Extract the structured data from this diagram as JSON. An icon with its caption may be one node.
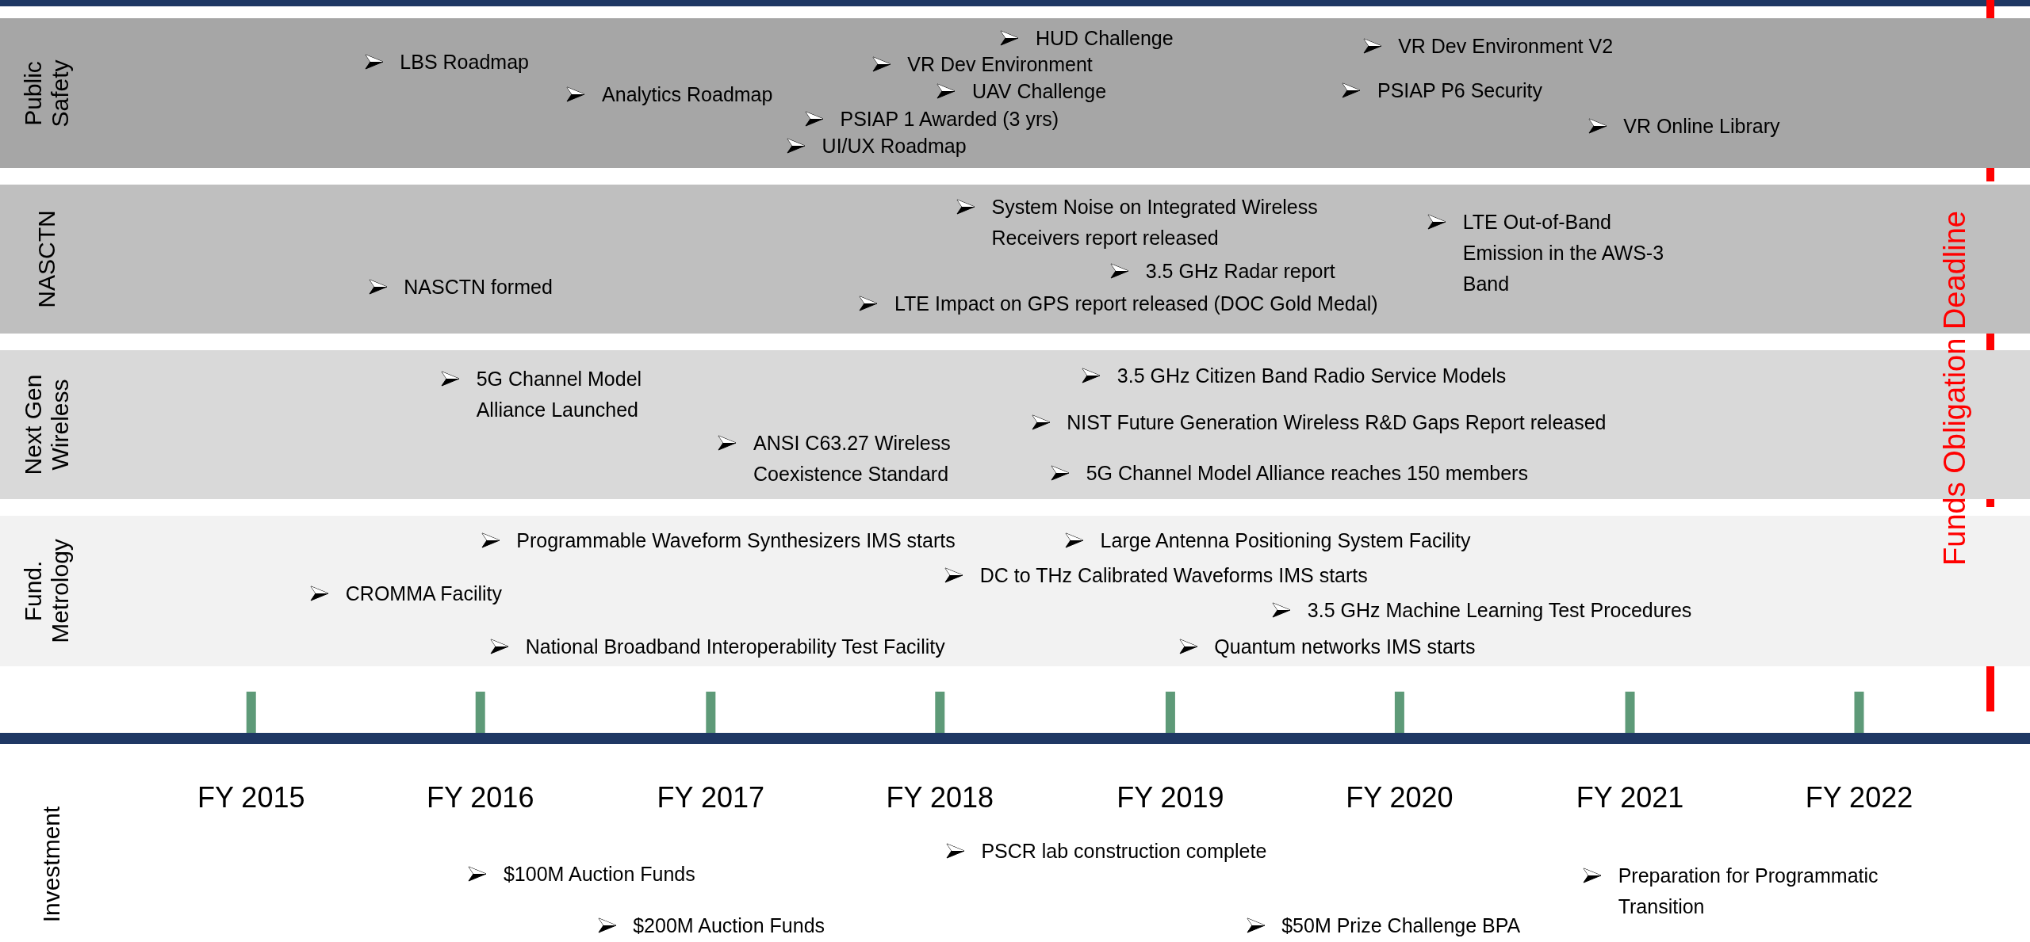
{
  "diagram": {
    "nodes": [
      {
        "text": [
          "Public Safety",
          "LBS Roadmap",
          "Analytics Roadmap",
          "HUD Challenge",
          "VR Dev Environment",
          "UAV Challenge",
          "PSIAP 1 Awarded (3 yrs)",
          "UI/UX Roadmap",
          "VR Dev Environment V2",
          "PSIAP P6 Security",
          "VR Online Library"
        ]
      },
      {
        "text": [
          "NASCTN",
          "NASCTN formed",
          "System Noise on Integrated Wireless Receivers report released",
          "3.5 GHz Radar report",
          "LTE Impact on GPS report released (DOC Gold Medal)",
          "LTE Out-of-Band Emission in the AWS-3 Band"
        ]
      },
      {
        "text": [
          "Next Gen Wireless",
          "5G Channel Model Alliance Launched",
          "ANSI C63.27 Wireless Coexistence Standard",
          "3.5 GHz Citizen Band Radio Service Models",
          "NIST Future Generation Wireless R&D Gaps Report released",
          "5G Channel Model Alliance reaches 150 members"
        ]
      },
      {
        "text": [
          "Fund. Metrology",
          "Programmable Waveform Synthesizers IMS starts",
          "Large Antenna Positioning System Facility",
          "CROMMA Facility",
          "DC to THz Calibrated Waveforms IMS starts",
          "3.5 GHz Machine Learning Test Procedures",
          "National Broadband Interoperability Test Facility",
          "Quantum networks IMS starts"
        ]
      }
    ],
    "labels": [
      "Funds Obligation Deadline",
      "Investment",
      "FY 2015",
      "FY 2016",
      "FY 2017",
      "FY 2018",
      "FY 2019",
      "FY 2020",
      "FY 2021",
      "FY 2022",
      "$100M Auction Funds",
      "$200M Auction Funds",
      "PSCR lab construction complete",
      "$50M Prize Challenge BPA",
      "Preparation for Programmatic Transition"
    ]
  }
}
